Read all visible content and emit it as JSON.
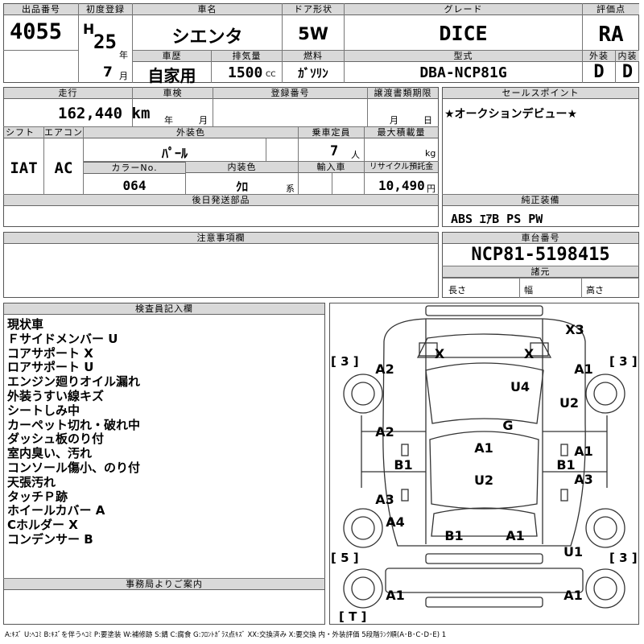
{
  "header": {
    "lot_label": "出品番号",
    "lot": "4055",
    "first_reg_label": "初度登録",
    "era": "H",
    "year": "25",
    "year_unit": "年",
    "month": "7",
    "month_unit": "月",
    "car_name_label": "車名",
    "car_name": "シエンタ",
    "door_label": "ドア形状",
    "door": "5W",
    "grade_label": "グレード",
    "grade": "DICE",
    "score_label": "評価点",
    "score": "RA",
    "history_label": "車歴",
    "history": "自家用",
    "displacement_label": "排気量",
    "displacement": "1500",
    "displacement_unit": "CC",
    "fuel_label": "燃料",
    "fuel": "ｶﾞｿﾘﾝ",
    "model_label": "型式",
    "model": "DBA-NCP81G",
    "ext_label": "外装",
    "ext": "D",
    "int_label": "内装",
    "int": "D"
  },
  "row2": {
    "mileage_label": "走行",
    "mileage": "162,440 km",
    "inspection_label": "車検",
    "insp_year_unit": "年",
    "insp_month_unit": "月",
    "reg_no_label": "登録番号",
    "transfer_label": "譲渡書類期限",
    "transfer_month_unit": "月",
    "transfer_day_unit": "日",
    "shift_label": "シフト",
    "shift": "IAT",
    "ac_label": "エアコン",
    "ac": "AC",
    "color_label": "外装色",
    "color": "ﾊﾟｰﾙ",
    "capacity_label": "乗車定員",
    "capacity": "7",
    "capacity_unit": "人",
    "load_label": "最大積載量",
    "load_unit": "kg",
    "color_no_label": "カラーNo.",
    "color_no": "064",
    "int_color_label": "内装色",
    "int_color": "ｸﾛ",
    "int_color_unit": "系",
    "import_label": "輸入車",
    "recycle_label": "リサイクル預託金",
    "recycle": "10,490",
    "recycle_unit": "円",
    "later_parts_label": "後日発送部品"
  },
  "sales": {
    "label": "セールスポイント",
    "text": "★オークションデビュー★"
  },
  "equipment": {
    "label": "純正装備",
    "text": "ABS ｴｱB PS PW"
  },
  "notes_section": {
    "label": "注意事項欄"
  },
  "chassis": {
    "label": "車台番号",
    "number": "NCP81-5198415",
    "specs_label": "諸元",
    "length_label": "長さ",
    "width_label": "幅",
    "height_label": "高さ"
  },
  "inspector": {
    "label": "検査員記入欄",
    "lines": [
      "現状車",
      "Ｆサイドメンバー U",
      "コアサポート X",
      "ロアサポート U",
      "エンジン廻りオイル漏れ",
      "外装うすい線キズ",
      "シートしみ中",
      "カーペット切れ・破れ中",
      "ダッシュ板のり付",
      "室内臭い、汚れ",
      "コンソール傷小、のり付",
      "天張汚れ",
      "タッチＰ跡",
      "ホイールカバー A",
      "Cホルダー X",
      "コンデンサー B"
    ]
  },
  "office": {
    "label": "事務局よりご案内"
  },
  "diagram": {
    "marks": {
      "x3": "X3",
      "x_l": "X",
      "x_r": "X",
      "a2_top": "A2",
      "a1_top": "A1",
      "u4": "U4",
      "u2_r": "U2",
      "g": "G",
      "a2_mid": "A2",
      "a1_center": "A1",
      "a1_right": "A1",
      "b1_left": "B1",
      "b1_right": "B1",
      "u2_center": "U2",
      "a3_left": "A3",
      "a3_right": "A3",
      "a4": "A4",
      "b1_bottom": "B1",
      "a1_bottom": "A1",
      "u1": "U1",
      "a1_bl": "A1",
      "a1_br": "A1"
    },
    "tires": {
      "fl": "[ 3 ]",
      "fr": "[ 3 ]",
      "rl": "[ 5 ]",
      "rr": "[ 3 ]",
      "t": "[ T ]"
    }
  },
  "legend": "A:ｷｽﾞ  U:ﾍｺﾐ  B:ｷｽﾞを伴うﾍｺﾐ  P:要塗装  W:補修跡  S:錆  C:腐食  G:ﾌﾛﾝﾄｶﾞﾗｽ点ｷｽﾞ  XX:交換済み  X:要交換   内・外装評価  5段階ﾗﾝｸ順(A･B･C･D･E) 1"
}
